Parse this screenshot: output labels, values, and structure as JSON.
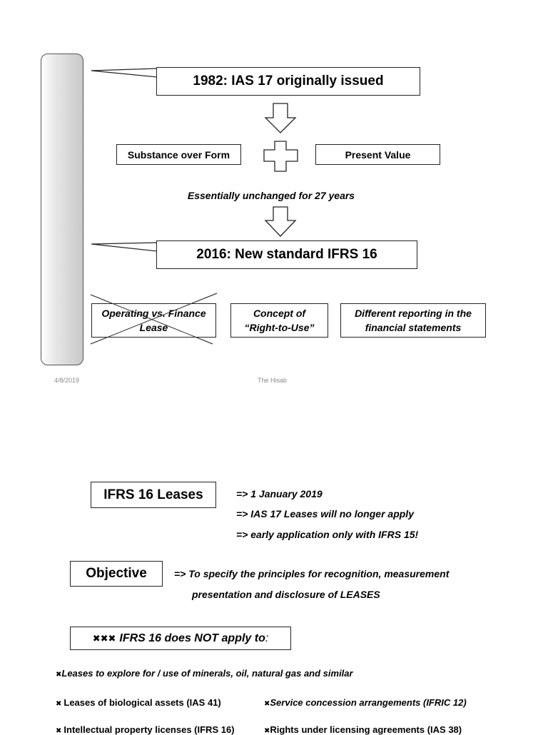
{
  "slide1": {
    "callout_1982": "1982: IAS 17 originally issued",
    "pillar_left": "Substance over Form",
    "pillar_right": "Present Value",
    "unchanged_note": "Essentially unchanged for 27 years",
    "callout_2016": "2016: New standard IFRS 16",
    "box_operating_line1": "Operating vs. Finance",
    "box_operating_line2": "Lease",
    "box_concept_line1": "Concept of",
    "box_concept_line2": "“Right-to-Use”",
    "box_reporting_line1": "Different reporting in the",
    "box_reporting_line2": "financial statements",
    "footer_date": "4/8/2019",
    "footer_title": "The Hisab"
  },
  "slide2": {
    "ifrs16_title": "IFRS 16 Leases",
    "effective_lines": [
      "=> 1 January 2019",
      "=> IAS 17 Leases will no longer apply",
      "=> early application only with IFRS 15!"
    ],
    "objective_title": "Objective",
    "objective_line1": "=> To specify the principles for recognition, measurement",
    "objective_line2": "presentation and disclosure of LEASES",
    "not_apply_marks": "✖✖✖",
    "not_apply_text": "IFRS 16 does NOT apply to",
    "not_apply_colon": ":",
    "exclusions": [
      "Leases to explore for / use of minerals, oil, natural gas and similar",
      "Leases of biological assets (IAS 41)",
      "Service concession arrangements (IFRIC 12)",
      "Intellectual property licenses (IFRS 16)",
      "Rights under licensing agreements (IAS 38)"
    ],
    "bullet_mark": "✖"
  }
}
